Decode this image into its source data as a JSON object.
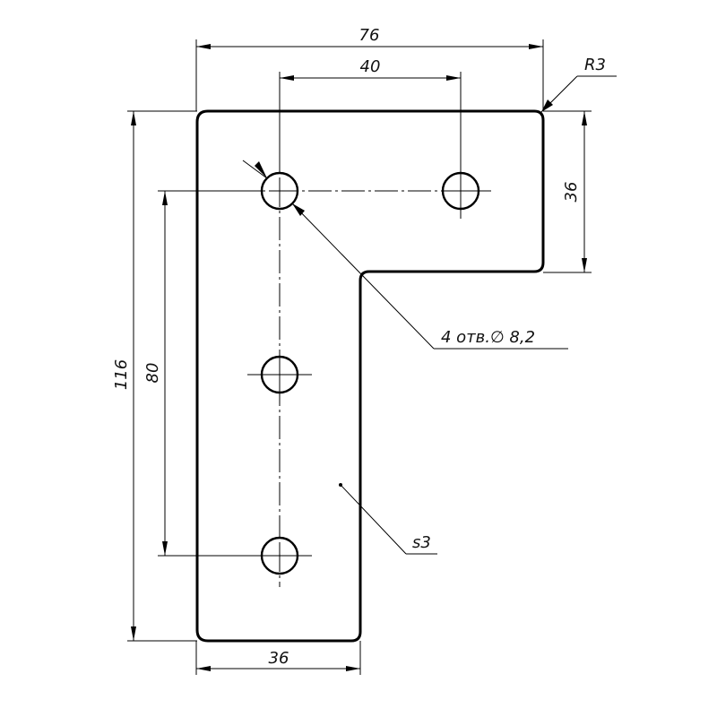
{
  "drawing": {
    "dimensions": {
      "overall_width": "76",
      "hole_spacing_horizontal": "40",
      "corner_radius": "R3",
      "top_arm_height": "36",
      "overall_height": "116",
      "hole_spacing_vertical": "80",
      "leg_width": "36"
    },
    "callouts": {
      "holes": "4 отв.∅ 8,2",
      "thickness": "s3"
    }
  }
}
